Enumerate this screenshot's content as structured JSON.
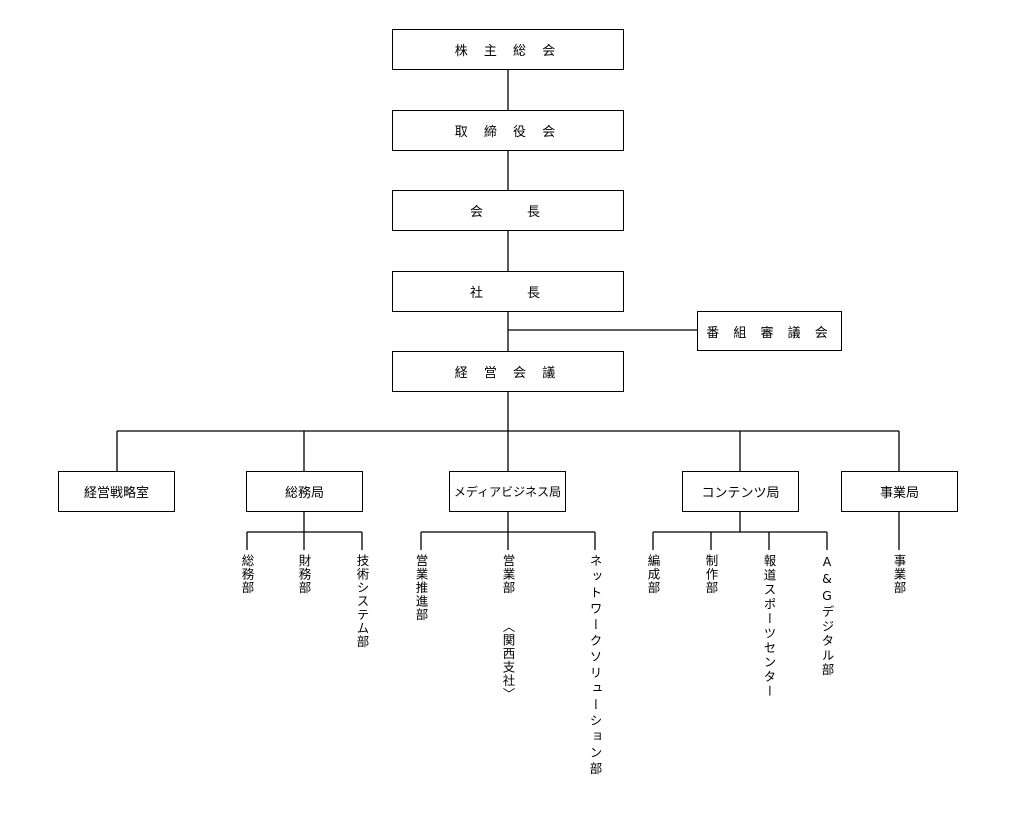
{
  "top_chain": {
    "shareholders": "株 主 総 会",
    "board": "取 締 役 会",
    "chairman": "会　　長",
    "president": "社　　長",
    "executive_meeting": "経 営 会 議"
  },
  "advisory": {
    "program_council": "番 組 審 議 会"
  },
  "divisions": {
    "strategy": "経営戦略室",
    "general_affairs": "総務局",
    "media_business": "メディアビジネス局",
    "contents": "コンテンツ局",
    "business": "事業局"
  },
  "departments": {
    "general_affairs": [
      "総務部",
      "財務部",
      "技術システム部"
    ],
    "media_business": [
      "営業推進部",
      "営業部",
      "ネットワークソリューション部"
    ],
    "media_business_note": "〈関西支社〉",
    "contents": [
      "編成部",
      "制作部",
      "報道スポーツセンター",
      "A&Gデジタル部"
    ],
    "business": [
      "事業部"
    ]
  }
}
